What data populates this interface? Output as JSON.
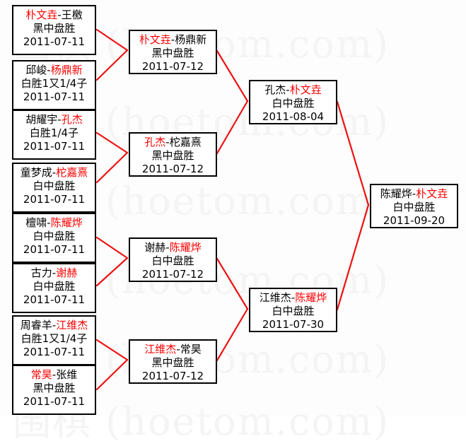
{
  "watermark": {
    "text": "围棋 (hoetom.com)",
    "color": "#f4f4f5"
  },
  "colors": {
    "winner": "#ff0000",
    "loser": "#000000",
    "connector": "#ff0000",
    "box_border": "#000000",
    "background": "#ffffff"
  },
  "bracket": {
    "type": "single-elimination",
    "rounds": [
      {
        "name": "round-1",
        "matches": [
          {
            "left": "朴文垚",
            "right": "王檄",
            "winner": "left",
            "result": "黑中盘胜",
            "date": "2011-07-11"
          },
          {
            "left": "邱峻",
            "right": "杨鼎新",
            "winner": "right",
            "result": "白胜1又1/4子",
            "date": "2011-07-11"
          },
          {
            "left": "胡耀宇",
            "right": "孔杰",
            "winner": "right",
            "result": "白胜1/4子",
            "date": "2011-07-11"
          },
          {
            "left": "童梦成",
            "right": "柁嘉熹",
            "winner": "right",
            "result": "白中盘胜",
            "date": "2011-07-11"
          },
          {
            "left": "檀啸",
            "right": "陈耀烨",
            "winner": "right",
            "result": "白中盘胜",
            "date": "2011-07-11"
          },
          {
            "left": "古力",
            "right": "谢赫",
            "winner": "right",
            "result": "白中盘胜",
            "date": "2011-07-11"
          },
          {
            "left": "周睿羊",
            "right": "江维杰",
            "winner": "right",
            "result": "白胜1又1/4子",
            "date": "2011-07-11"
          },
          {
            "left": "常昊",
            "right": "张维",
            "winner": "left",
            "result": "黑中盘胜",
            "date": "2011-07-11"
          }
        ]
      },
      {
        "name": "round-2",
        "matches": [
          {
            "left": "朴文垚",
            "right": "杨鼎新",
            "winner": "left",
            "result": "黑中盘胜",
            "date": "2011-07-12"
          },
          {
            "left": "孔杰",
            "right": "柁嘉熹",
            "winner": "left",
            "result": "黑中盘胜",
            "date": "2011-07-12"
          },
          {
            "left": "谢赫",
            "right": "陈耀烨",
            "winner": "right",
            "result": "白中盘胜",
            "date": "2011-07-12"
          },
          {
            "left": "江维杰",
            "right": "常昊",
            "winner": "left",
            "result": "黑中盘胜",
            "date": "2011-07-12"
          }
        ]
      },
      {
        "name": "semifinal",
        "matches": [
          {
            "left": "孔杰",
            "right": "朴文垚",
            "winner": "right",
            "result": "白中盘胜",
            "date": "2011-08-04"
          },
          {
            "left": "江维杰",
            "right": "陈耀烨",
            "winner": "right",
            "result": "白中盘胜",
            "date": "2011-07-30"
          }
        ]
      },
      {
        "name": "final",
        "matches": [
          {
            "left": "陈耀烨",
            "right": "朴文垚",
            "winner": "right",
            "result": "白中盘胜",
            "date": "2011-09-20"
          }
        ]
      }
    ]
  }
}
